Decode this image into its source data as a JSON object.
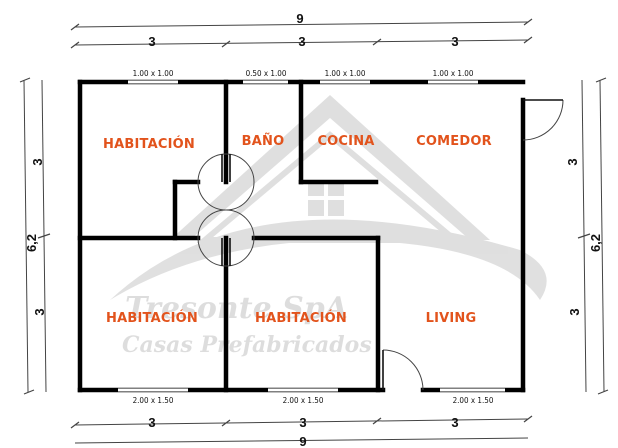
{
  "dimensions": {
    "total_top": "9",
    "total_bottom": "9",
    "top_segments": [
      "3",
      "3",
      "3"
    ],
    "bottom_segments": [
      "3",
      "3",
      "3"
    ],
    "left_total": "6,2",
    "right_total": "6,2",
    "left_segments": [
      "3",
      "3"
    ],
    "right_segments": [
      "3",
      "3"
    ]
  },
  "windows": {
    "top": [
      "1.00 x 1.00",
      "0.50 x 1.00",
      "1.00 x 1.00",
      "1.00 x 1.00"
    ],
    "bottom": [
      "2.00 x 1.50",
      "2.00 x 1.50",
      "2.00 x 1.50"
    ]
  },
  "rooms": {
    "habitacion_top": "HABITACIÓN",
    "bano": "BAÑO",
    "cocina": "COCINA",
    "comedor": "COMEDOR",
    "habitacion_bottom_left": "HABITACIÓN",
    "habitacion_bottom_mid": "HABITACIÓN",
    "living": "LIVING"
  },
  "watermark": {
    "line1": "Tresonte SpA",
    "line2": "Casas Prefabricados"
  },
  "colors": {
    "room_label": "#e2531c",
    "wall": "#000000",
    "dimension": "#444444"
  }
}
